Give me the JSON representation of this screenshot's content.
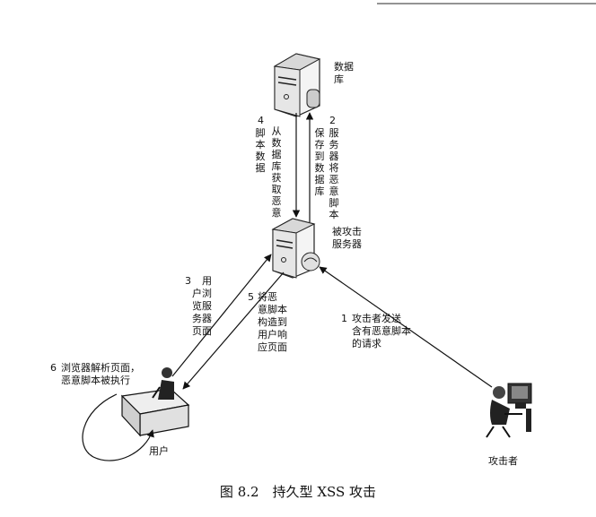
{
  "nodes": {
    "database": {
      "label": "数据\n库"
    },
    "server": {
      "label": "被攻击\n服务器"
    },
    "attacker": {
      "label": "攻击者"
    },
    "user": {
      "label": "用户"
    }
  },
  "steps": {
    "step1": {
      "number": "1",
      "text": "攻击者发送\n含有恶意脚本\n的请求"
    },
    "step2": {
      "number": "2",
      "col1": "服务器将恶意脚本",
      "col2": "保存到数据库"
    },
    "step3": {
      "number": "3",
      "text": "用\n户浏\n览服\n务器\n页面"
    },
    "step4": {
      "number": "4",
      "col1": "从数据库获取恶意",
      "col2": "脚本数据"
    },
    "step5": {
      "number": "5",
      "text": "将恶\n意脚本\n构造到\n用户响\n应页面"
    },
    "step6": {
      "number": "6",
      "text": "浏览器解析页面，\n恶意脚本被执行"
    }
  },
  "caption": "图 8.2　持久型 XSS 攻击"
}
